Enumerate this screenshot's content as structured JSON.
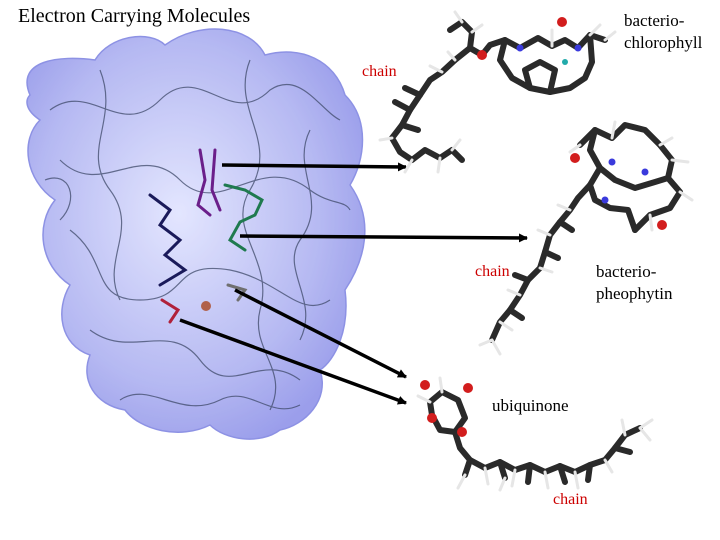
{
  "title": "Electron Carrying Molecules",
  "labels": {
    "bacteriochlorophyll": [
      "bacterio-",
      "chlorophyll"
    ],
    "bacteriopheophytin": [
      "bacterio-",
      "pheophytin"
    ],
    "ubiquinone": "ubiquinone",
    "chain": "chain"
  },
  "colors": {
    "chain_label": "#cc0000",
    "protein_surface": "#8a8ee8",
    "molecule_carbon": "#2a2a2a",
    "molecule_hydrogen": "#e6e6e6",
    "molecule_oxygen": "#d21d1d",
    "molecule_nitrogen": "#3a3adc"
  }
}
